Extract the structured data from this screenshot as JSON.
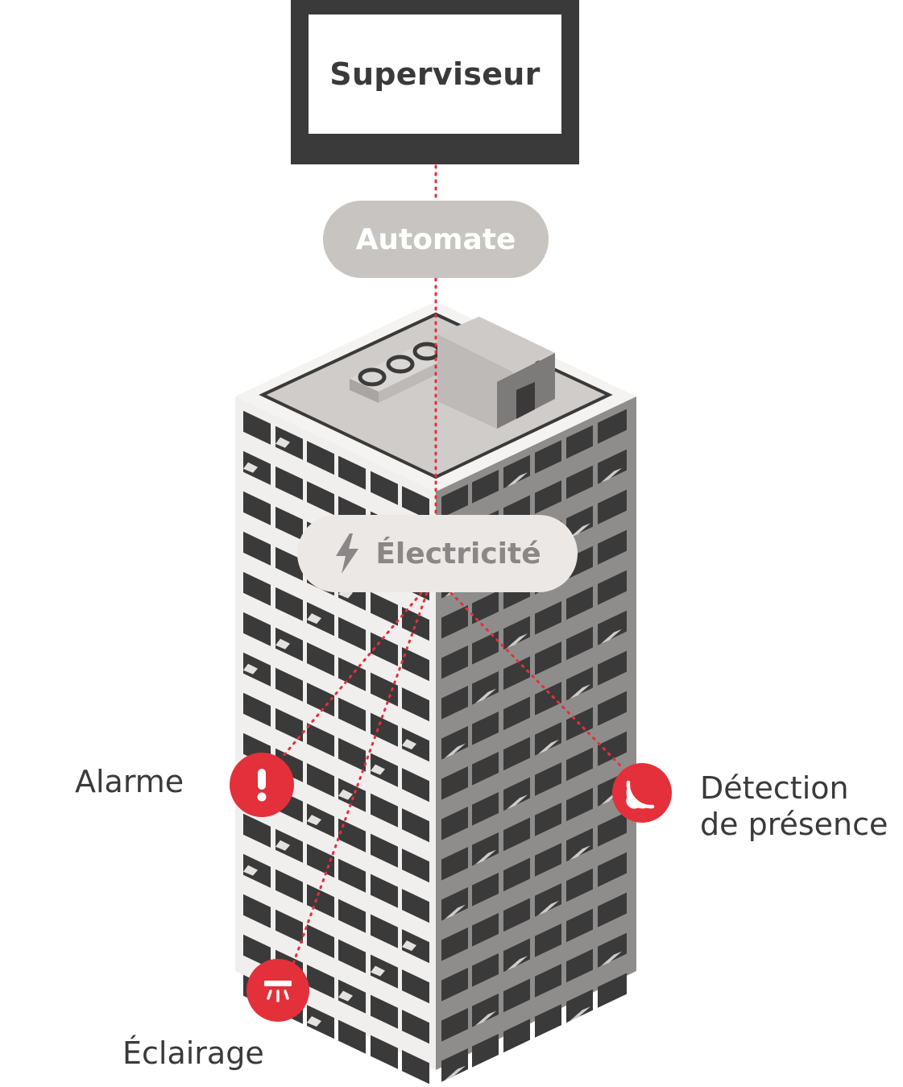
{
  "supervisor": {
    "label": "Superviseur"
  },
  "controller": {
    "label": "Automate"
  },
  "electricity": {
    "label": "Électricité",
    "icon": "lightning-bolt-icon"
  },
  "devices": {
    "alarm": {
      "label": "Alarme",
      "icon": "exclamation-icon"
    },
    "presence": {
      "label_line1": "Détection",
      "label_line2": "de présence",
      "icon": "presence-waves-icon"
    },
    "lighting": {
      "label": "Éclairage",
      "icon": "ceiling-light-icon"
    }
  },
  "colors": {
    "accent": "#e3303a",
    "dark": "#3b3a3a",
    "controller_pill": "#c8c4c1",
    "electricity_pill": "#ebe8e6"
  }
}
